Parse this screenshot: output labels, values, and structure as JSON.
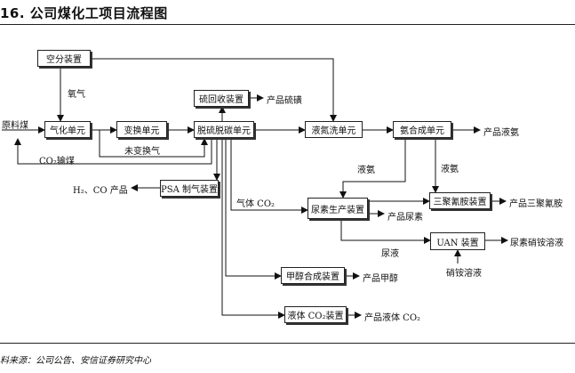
{
  "header": {
    "title": "16. 公司煤化工项目流程图"
  },
  "diagram": {
    "nodes": {
      "air_separation": "空分装置",
      "gasification": "气化单元",
      "shift": "变换单元",
      "desulfurization": "脱硫脱碳单元",
      "sulfur_recovery": "硫回收装置",
      "liquid_nitrogen_wash": "液氮洗单元",
      "ammonia_synthesis": "氨合成单元",
      "psa": "PSA 制气装置",
      "urea": "尿素生产装置",
      "melamine": "三聚氰胺装置",
      "uan": "UAN 装置",
      "methanol": "甲醇合成装置",
      "liquid_co2": "液体 CO₂装置"
    },
    "labels": {
      "raw_coal": "原料煤",
      "oxygen": "氧气",
      "co2_coal": "CO₂输煤",
      "unshifted_gas": "未变换气",
      "h2_co_product": "H₂、CO 产品",
      "product_sulfur": "产品硫磺",
      "product_ammonia": "产品液氨",
      "liquid_ammonia_1": "液氨",
      "liquid_ammonia_2": "液氨",
      "gas_co2": "气体 CO₂",
      "product_urea": "产品尿素",
      "product_melamine": "产品三聚氰胺",
      "urea_solution": "尿液",
      "uan_product": "尿素硝铵溶液",
      "ammonium_nitrate": "硝铵溶液",
      "product_methanol": "产品甲醇",
      "product_liquid_co2": "产品液体 CO₂"
    }
  },
  "footer": {
    "source": "料来源：公司公告、安信证券研究中心"
  }
}
